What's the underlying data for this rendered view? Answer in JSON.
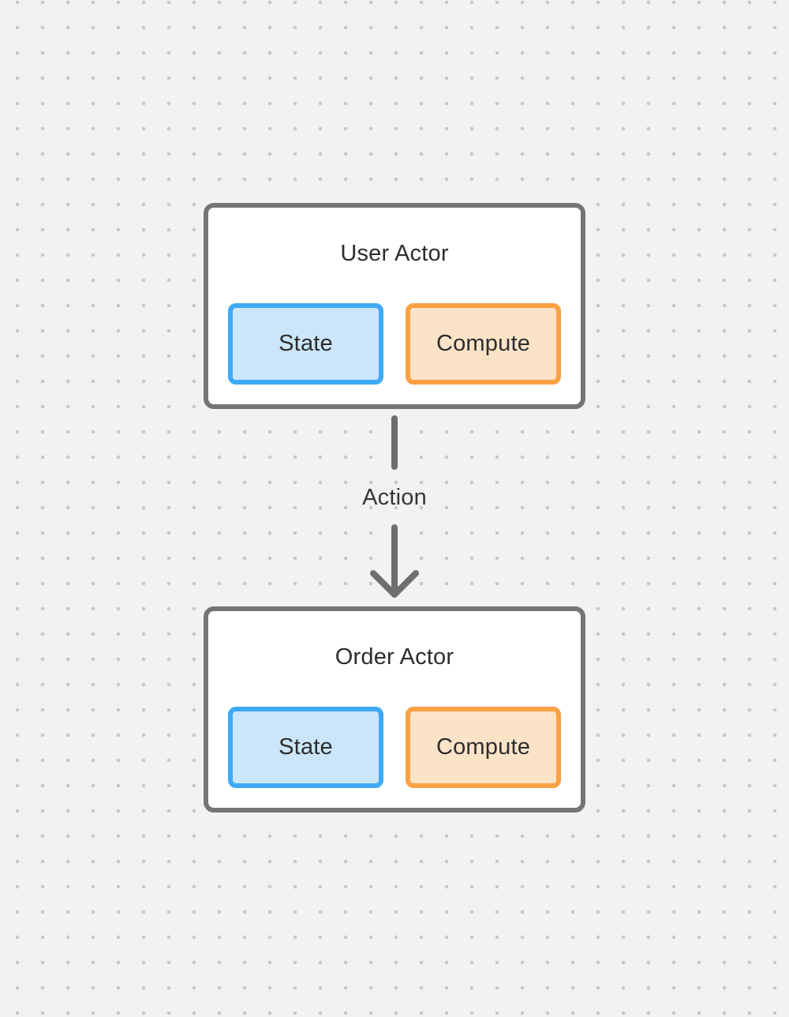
{
  "diagram": {
    "actors": [
      {
        "id": "user-actor",
        "title": "User Actor",
        "state_label": "State",
        "compute_label": "Compute"
      },
      {
        "id": "order-actor",
        "title": "Order Actor",
        "state_label": "State",
        "compute_label": "Compute"
      }
    ],
    "edge": {
      "label": "Action",
      "direction": "down"
    }
  },
  "colors": {
    "background": "#f2f2f2",
    "grid_dot": "#c9c9c9",
    "node_border": "#757575",
    "node_fill": "#ffffff",
    "state_border": "#3fa9f5",
    "state_fill": "#cbe6fb",
    "compute_border": "#f9a145",
    "compute_fill": "#fbe3c8",
    "arrow": "#6e6e6e",
    "text": "#2d2d2d"
  }
}
